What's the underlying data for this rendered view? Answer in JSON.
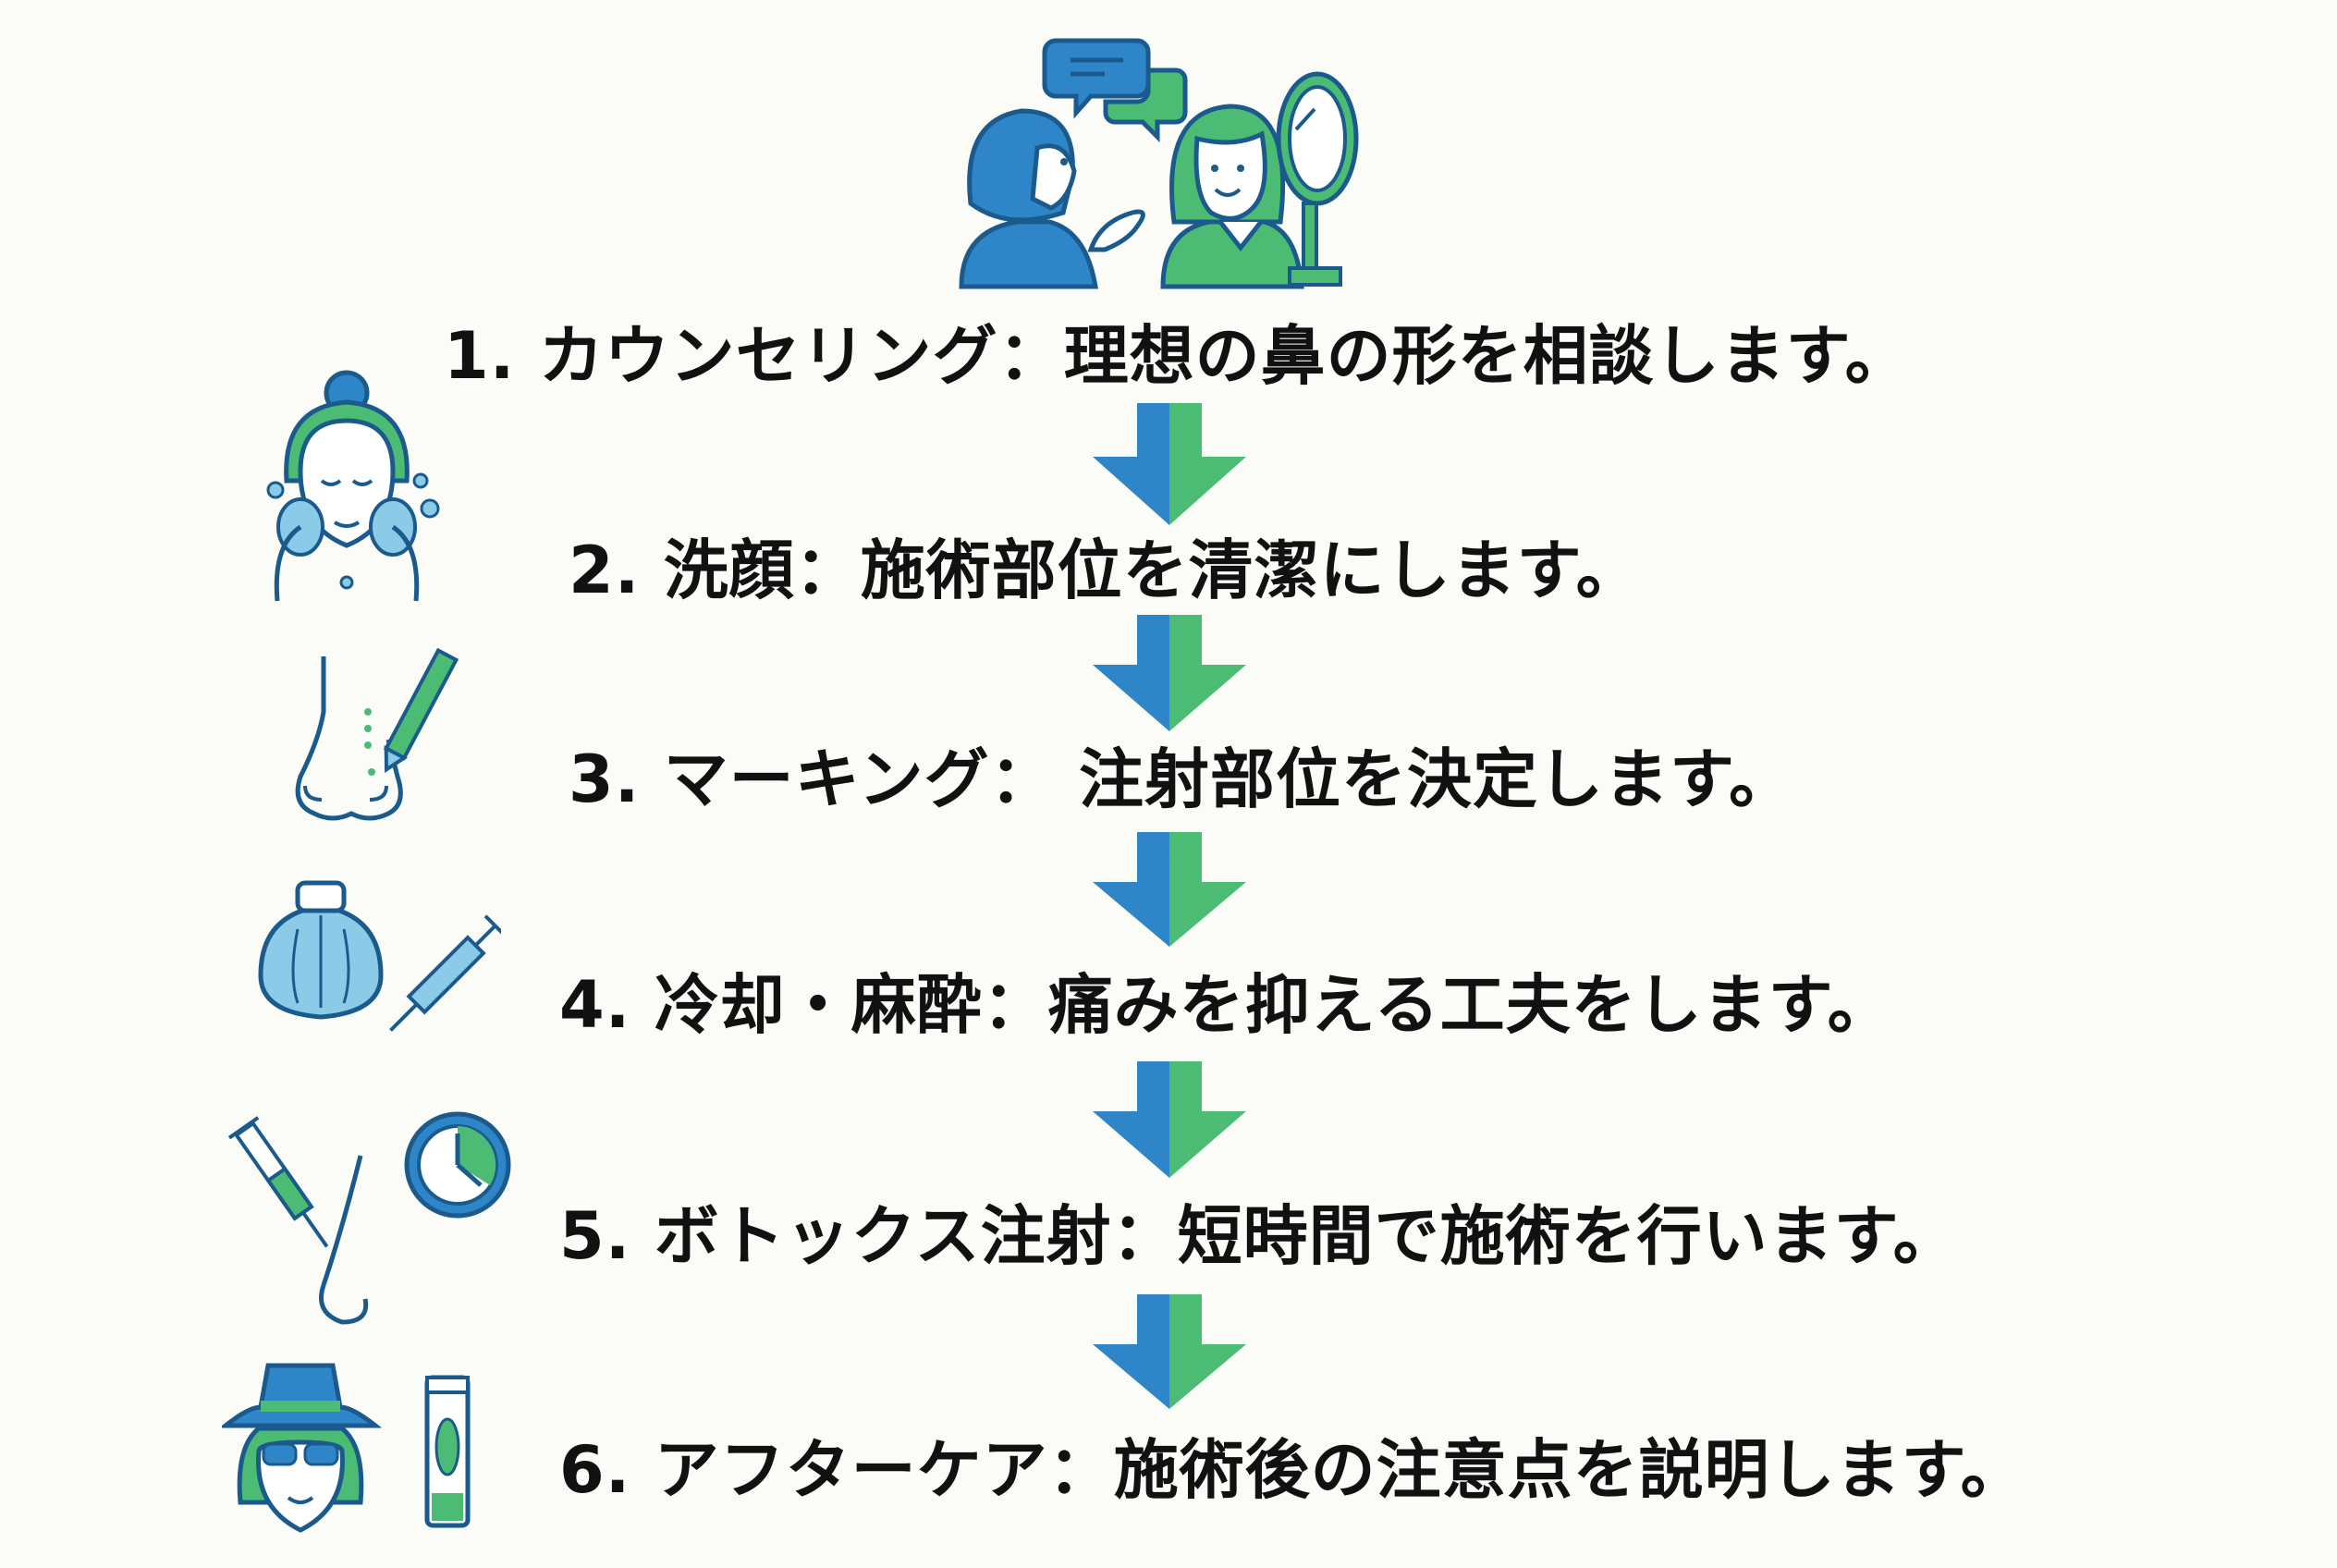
{
  "colors": {
    "background": "#fbfbf8",
    "blue": "#2e86c8",
    "green": "#4cbb73",
    "outline": "#1a5a8c",
    "light_blue": "#8ccbe8",
    "text": "#111111"
  },
  "steps": [
    {
      "number": "1.",
      "title": "カウンセリング",
      "separator": "：",
      "description": "理想の鼻の形を相談します。",
      "icon": "consultation-icon"
    },
    {
      "number": "2.",
      "title": "洗顔",
      "separator": "：",
      "description": "施術部位を清潔にします。",
      "icon": "face-wash-icon"
    },
    {
      "number": "3.",
      "title": "マーキング",
      "separator": "： ",
      "description": "注射部位を決定します。",
      "icon": "nose-marking-icon"
    },
    {
      "number": "4.",
      "title": "冷却・麻酔",
      "separator": "：",
      "description": "痛みを抑える工夫をします。",
      "icon": "ice-pack-syringe-icon"
    },
    {
      "number": "5.",
      "title": "ボトックス注射",
      "separator": "：",
      "description": "短時間で施術を行います。",
      "icon": "syringe-clock-icon"
    },
    {
      "number": "6.",
      "title": "アフターケア",
      "separator": "：",
      "description": "施術後の注意点を説明します。",
      "icon": "sun-hat-cream-icon"
    }
  ]
}
